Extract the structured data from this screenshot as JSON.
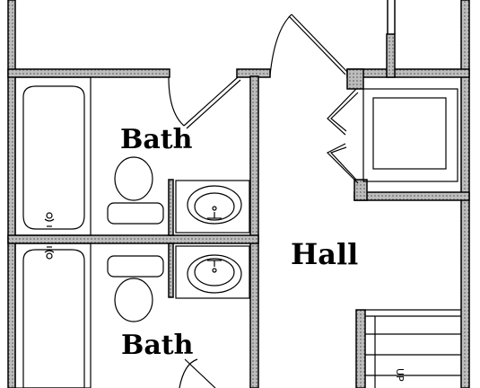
{
  "rooms": {
    "bath_upper": "Bath",
    "bath_lower": "Bath",
    "hall": "Hall"
  },
  "stair_marker": "UP",
  "colors": {
    "wall_fill": "#9a9a9a",
    "wall_stroke": "#000000",
    "background": "#ffffff"
  }
}
